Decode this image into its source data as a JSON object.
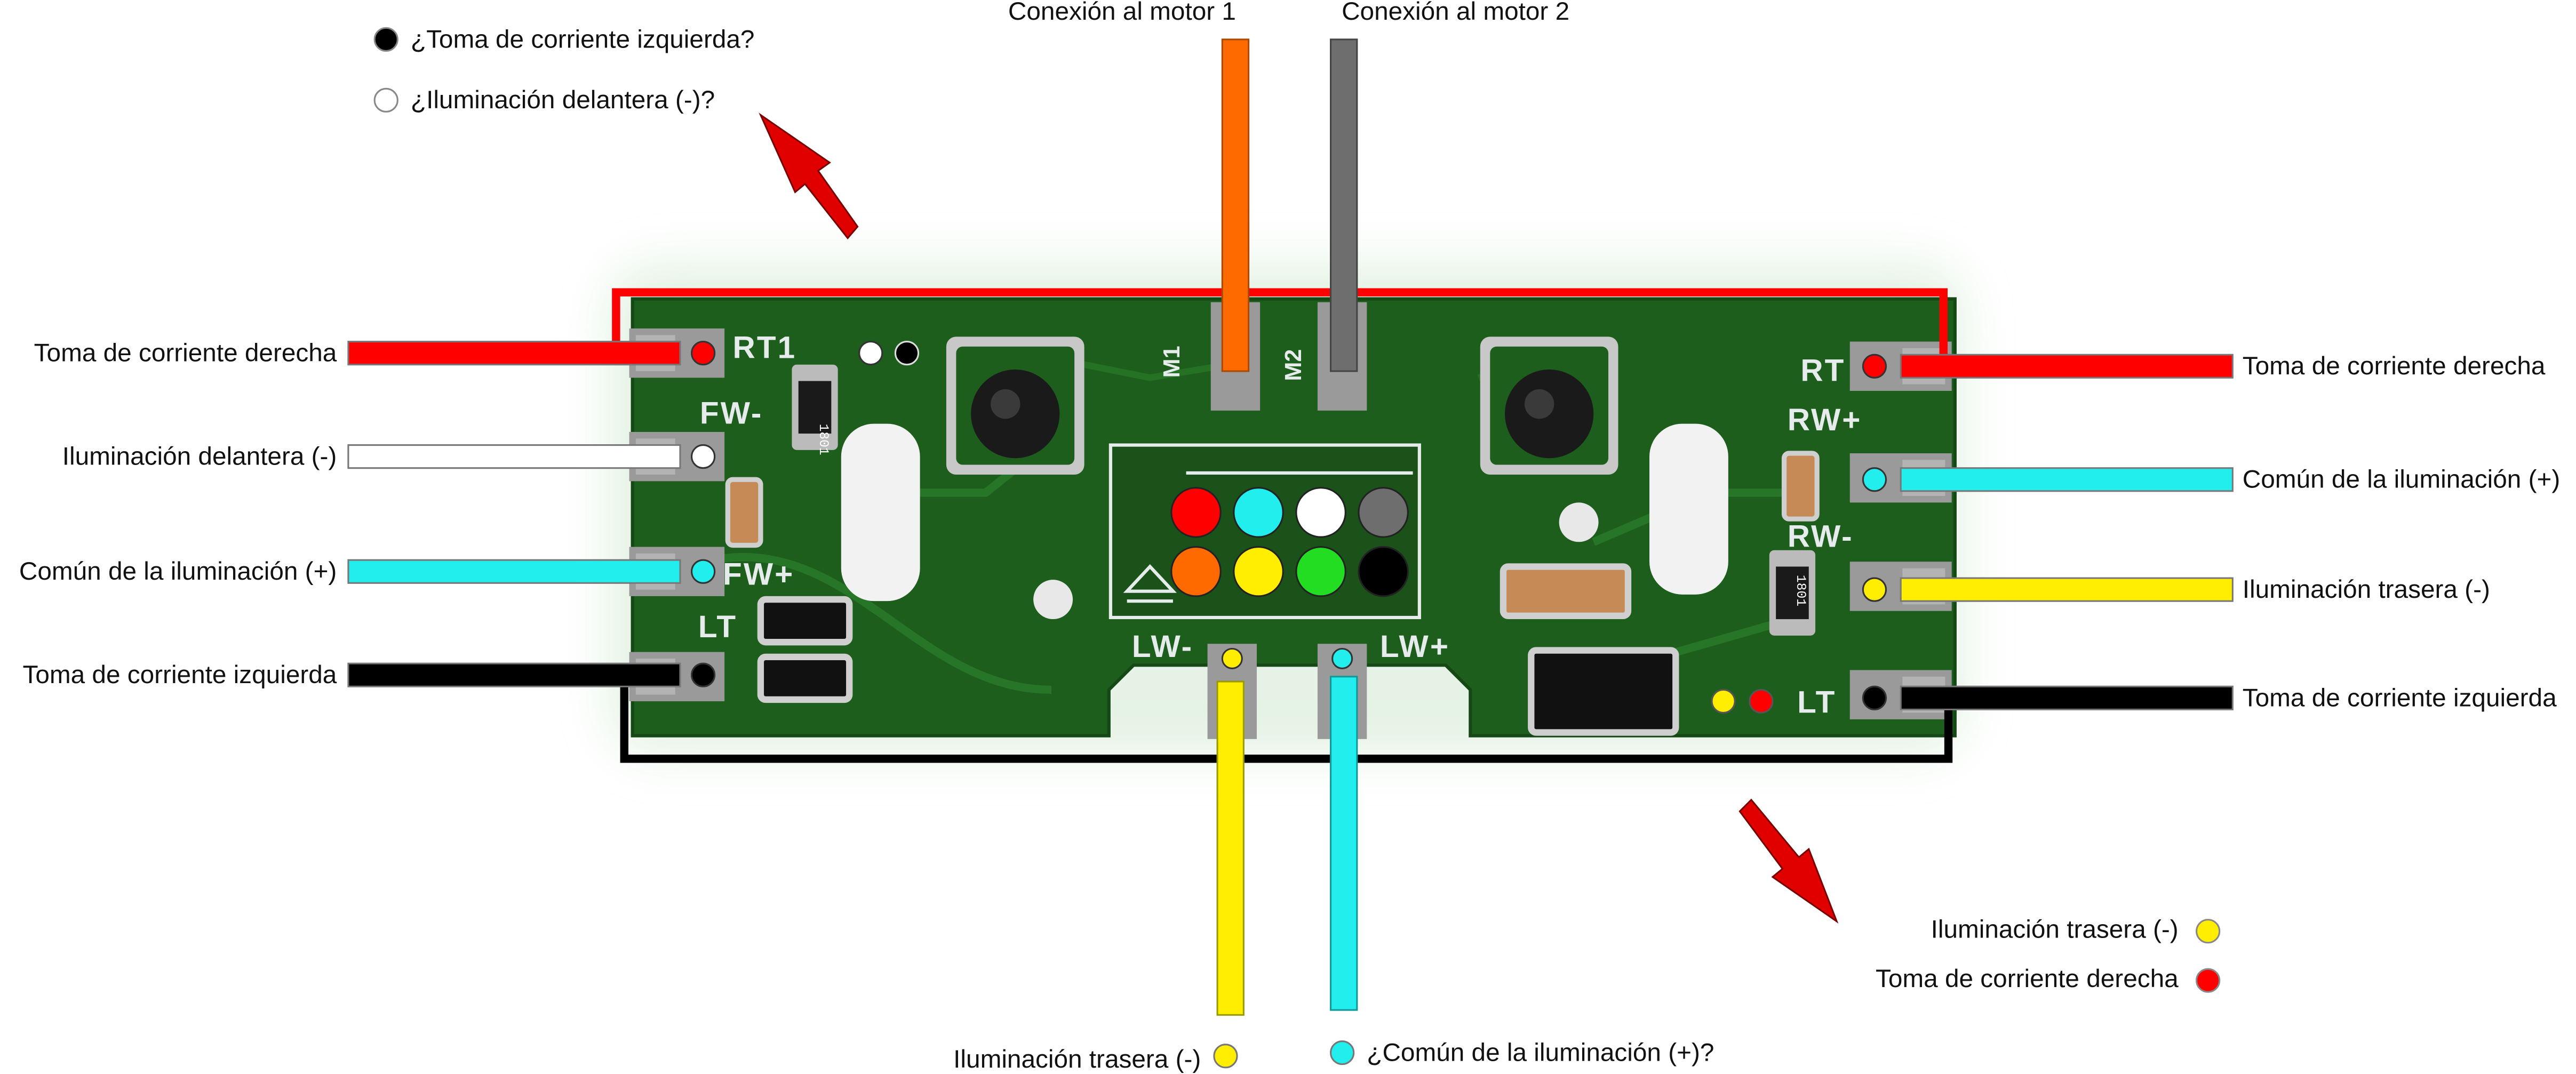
{
  "legend_top": [
    {
      "id": "black",
      "text": "¿Toma de corriente izquierda?",
      "color": "#000000"
    },
    {
      "id": "white",
      "text": "¿Iluminación delantera (-)?",
      "color": "#ffffff"
    }
  ],
  "legend_bottom_right": [
    {
      "id": "yellow",
      "text": "Iluminación trasera (-)",
      "color": "#ffee00"
    },
    {
      "id": "red",
      "text": "Toma de corriente derecha",
      "color": "#ff0000"
    }
  ],
  "motor_labels": {
    "m1": "Conexión al motor 1",
    "m2": "Conexión al motor 2"
  },
  "left_wires": [
    {
      "id": "left-right-power",
      "text": "Toma de corriente derecha",
      "color": "#ff0000"
    },
    {
      "id": "left-front-light",
      "text": "Iluminación delantera (-)",
      "color": "#ffffff"
    },
    {
      "id": "left-common",
      "text": "Común de la iluminación (+)",
      "color": "#22eeee"
    },
    {
      "id": "left-left-power",
      "text": "Toma de corriente izquierda",
      "color": "#000000"
    }
  ],
  "right_wires": [
    {
      "id": "right-right-power",
      "text": "Toma de corriente derecha",
      "color": "#ff0000"
    },
    {
      "id": "right-common",
      "text": "Común de la iluminación (+)",
      "color": "#22eeee"
    },
    {
      "id": "right-rear-light",
      "text": "Iluminación trasera (-)",
      "color": "#ffee00"
    },
    {
      "id": "right-left-power",
      "text": "Toma de corriente izquierda",
      "color": "#000000"
    }
  ],
  "bottom_wires": {
    "yellow": "Iluminación trasera (-)",
    "cyan": "¿Común de la iluminación (+)?"
  },
  "silkscreen": {
    "rt1": "RT1",
    "fw_minus": "FW-",
    "fw_plus": "FW+",
    "lt_left": "LT",
    "rt": "RT",
    "rw_plus": "RW+",
    "rw_minus": "RW-",
    "lt_right": "LT",
    "m1": "M1",
    "m2": "M2",
    "lw_minus": "LW-",
    "lw_plus": "LW+",
    "res_left": "1801",
    "res_right": "1801"
  },
  "connector_colors": [
    "#ff0000",
    "#22eeee",
    "#ffffff",
    "#6e6e6e",
    "#ff6a00",
    "#ffee00",
    "#22dd22",
    "#000000"
  ],
  "colors": {
    "pcb": "#1d5e1d",
    "red_wire": "#ff0000",
    "black_wire": "#000000",
    "orange_wire": "#ff6a00",
    "gray_wire": "#6e6e6e",
    "yellow_wire": "#ffee00",
    "cyan_wire": "#22eeee",
    "arrow": "#e10000"
  }
}
